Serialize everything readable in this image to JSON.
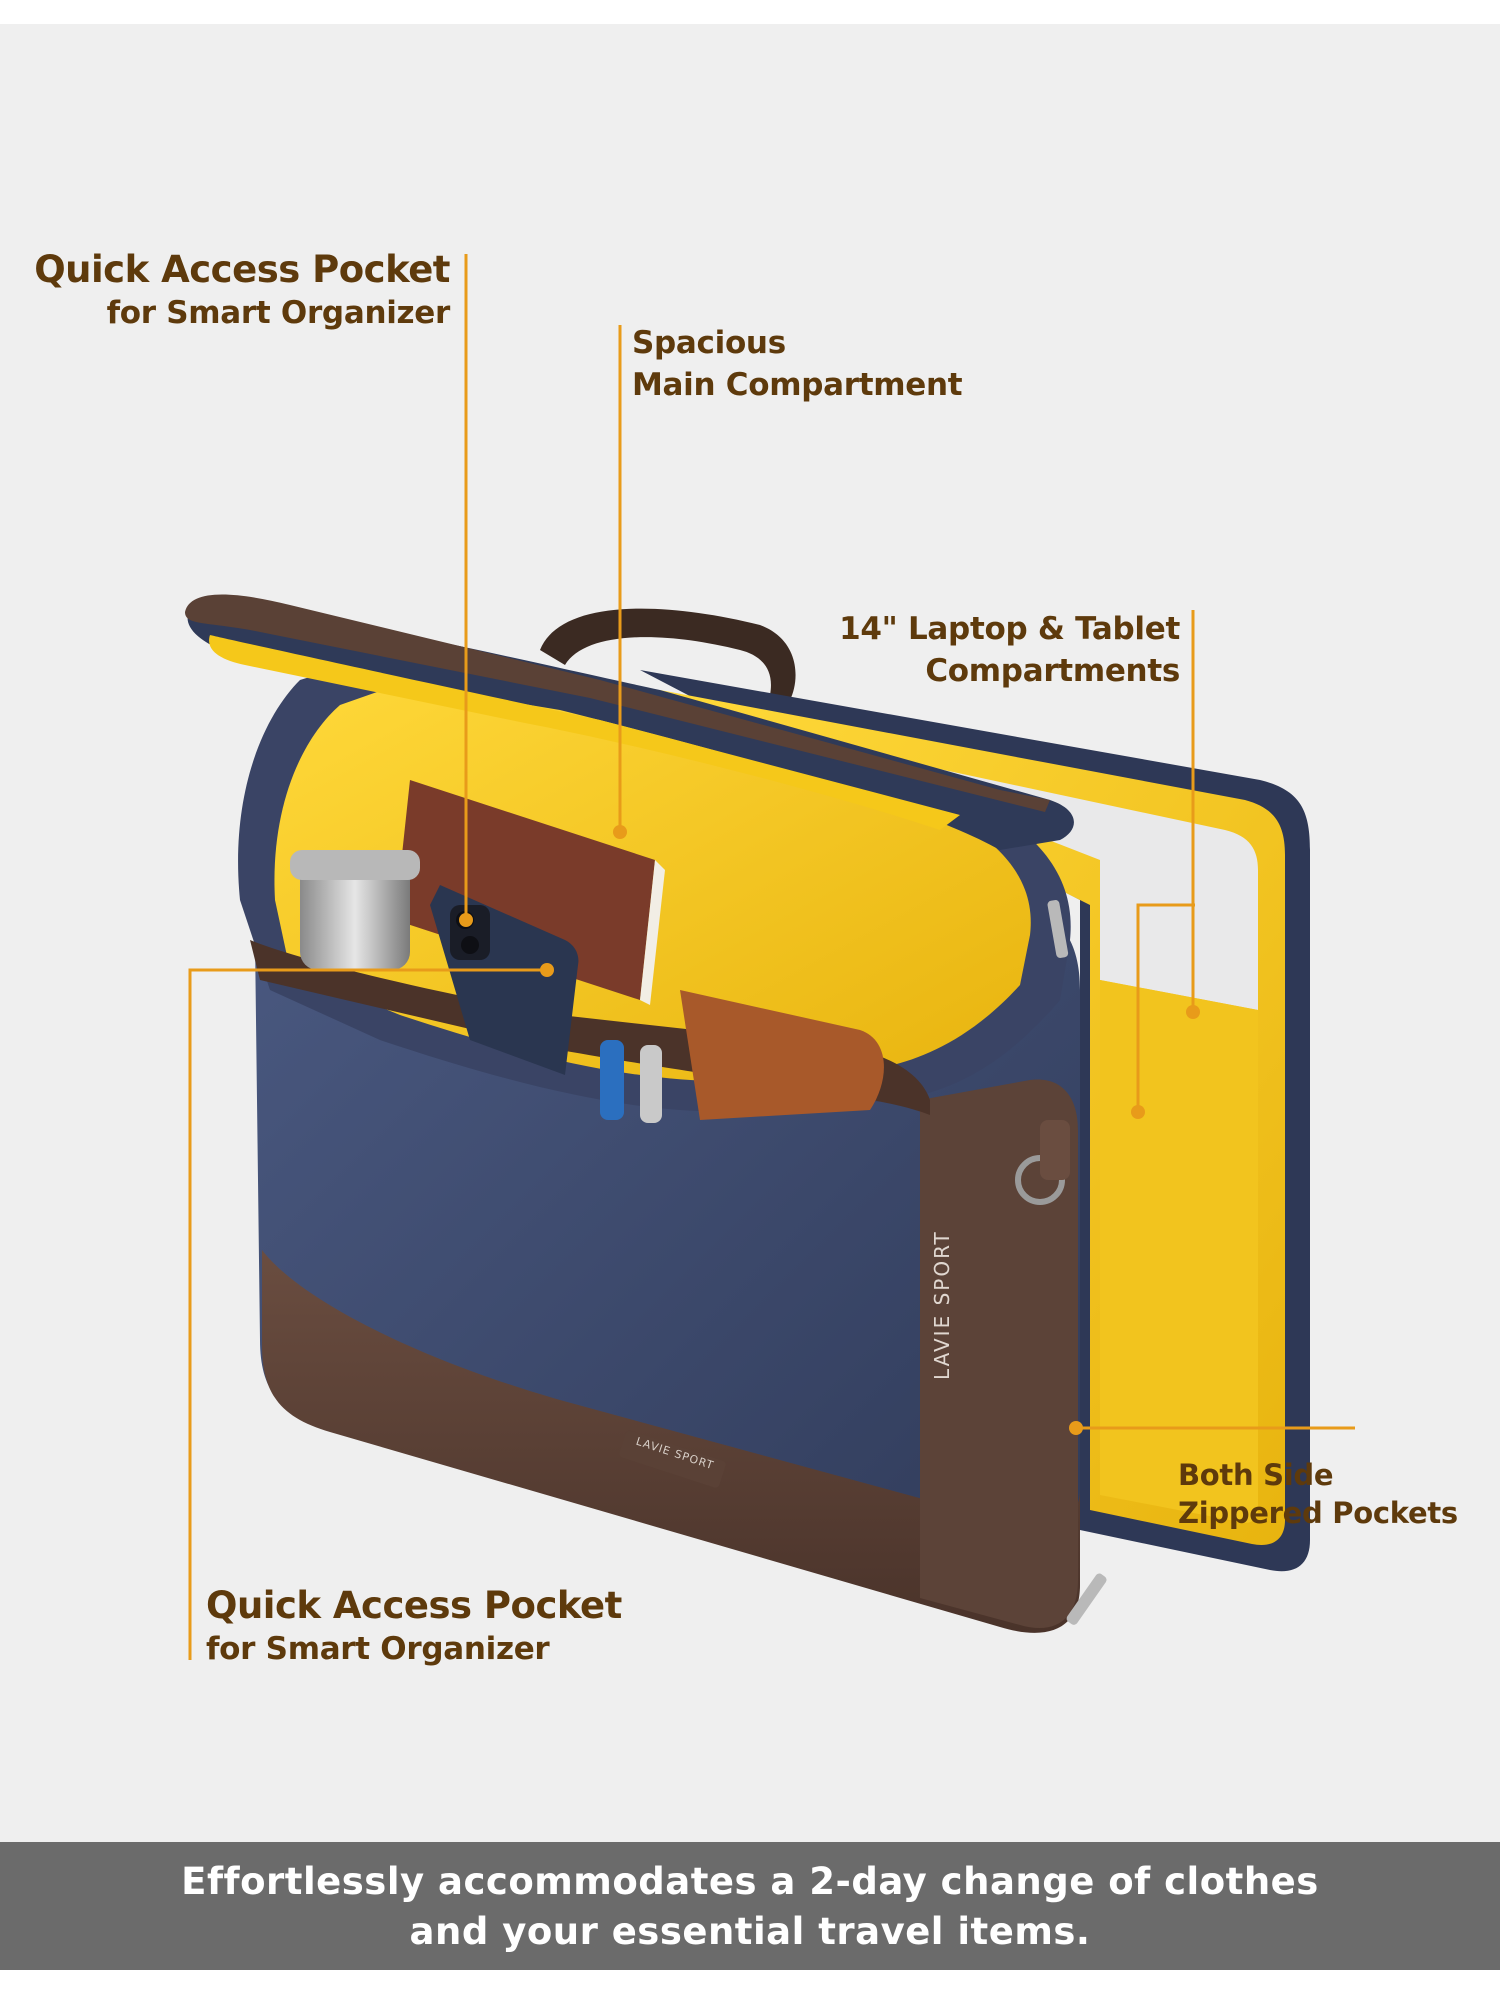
{
  "brand": {
    "tag_label": "LAVIE SPORT",
    "side_logo": "LAVIE SPORT"
  },
  "colors": {
    "accent_line": "#e89b1a",
    "callout_text": "#5e3a0c",
    "background": "#efefef",
    "footer_band": "#6b6b6b",
    "bag_navy": "#3c4a6e",
    "bag_brown": "#5a4136",
    "lining_yellow": "#f5c81a"
  },
  "callouts": {
    "top_left": {
      "title": "Quick Access Pocket",
      "subtitle": "for Smart Organizer"
    },
    "main": {
      "line1": "Spacious",
      "line2": "Main Compartment"
    },
    "laptop": {
      "line1": "14\" Laptop & Tablet",
      "line2": "Compartments"
    },
    "side": {
      "line1": "Both Side",
      "line2": "Zippered Pockets"
    },
    "bottom_left": {
      "title": "Quick Access Pocket",
      "subtitle": "for Smart Organizer"
    }
  },
  "footer": {
    "line1": "Effortlessly accommodates a 2-day change of clothes",
    "line2": "and your essential travel items."
  }
}
